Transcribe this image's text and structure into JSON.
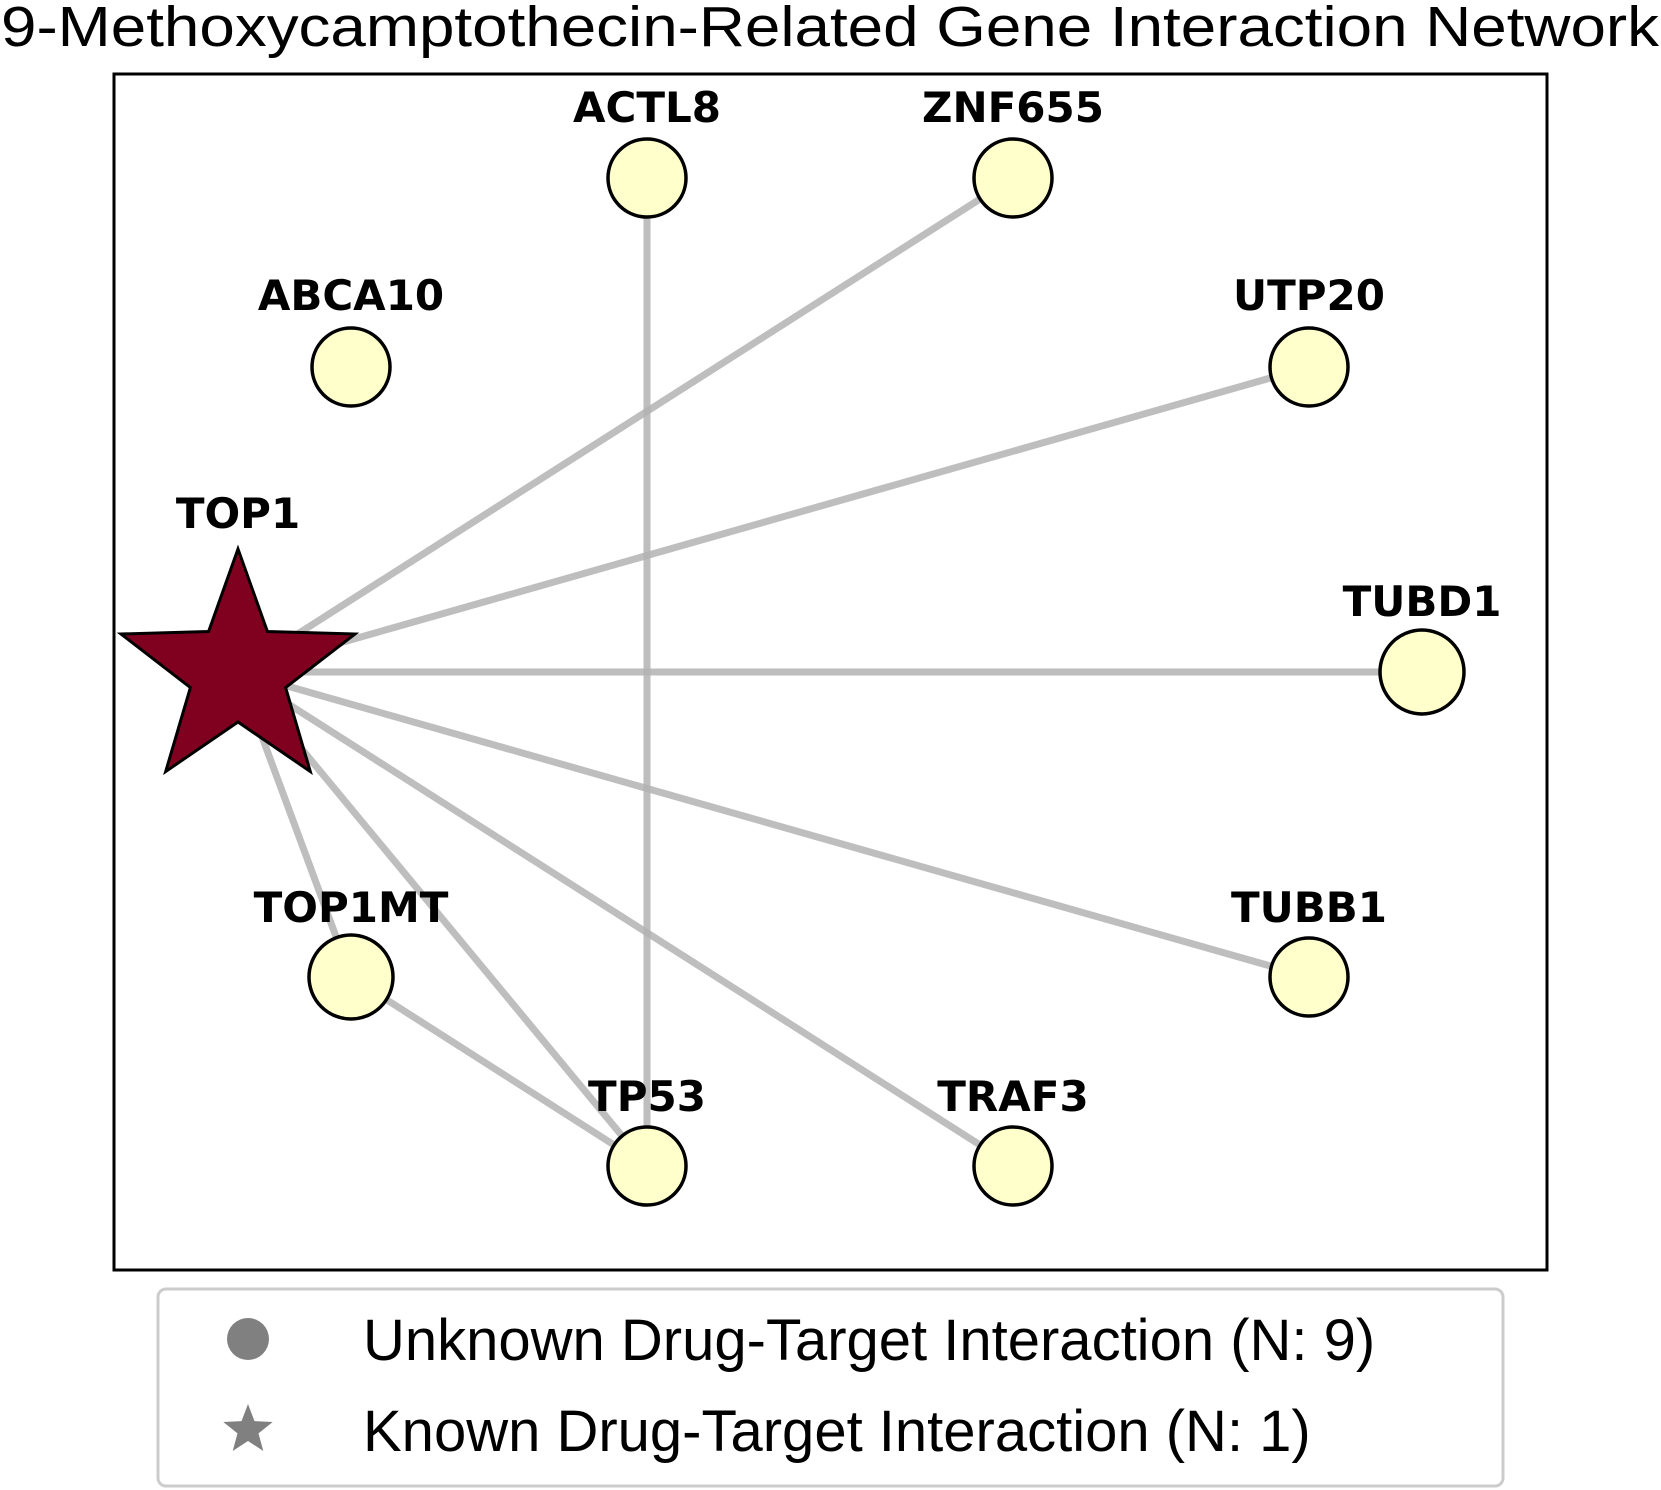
{
  "title": "9-Methoxycamptothecin-Related Gene Interaction Network",
  "colors": {
    "gene_fill": "#FFFFCC",
    "target_fill": "#800020",
    "edge": "#B3B3B3",
    "outline": "#000000",
    "legend_marker": "#808080",
    "legend_border": "#CCCCCC"
  },
  "nodes": [
    {
      "id": "TOP1",
      "label": "TOP1",
      "type": "known-target"
    },
    {
      "id": "ACTL8",
      "label": "ACTL8",
      "type": "gene"
    },
    {
      "id": "ZNF655",
      "label": "ZNF655",
      "type": "gene"
    },
    {
      "id": "ABCA10",
      "label": "ABCA10",
      "type": "gene"
    },
    {
      "id": "UTP20",
      "label": "UTP20",
      "type": "gene"
    },
    {
      "id": "TUBD1",
      "label": "TUBD1",
      "type": "gene"
    },
    {
      "id": "TOP1MT",
      "label": "TOP1MT",
      "type": "gene"
    },
    {
      "id": "TUBB1",
      "label": "TUBB1",
      "type": "gene"
    },
    {
      "id": "TP53",
      "label": "TP53",
      "type": "gene"
    },
    {
      "id": "TRAF3",
      "label": "TRAF3",
      "type": "gene"
    }
  ],
  "edges": [
    {
      "source": "TOP1",
      "target": "ZNF655"
    },
    {
      "source": "TOP1",
      "target": "UTP20"
    },
    {
      "source": "TOP1",
      "target": "TUBD1"
    },
    {
      "source": "TOP1",
      "target": "TUBB1"
    },
    {
      "source": "TOP1",
      "target": "TRAF3"
    },
    {
      "source": "TOP1",
      "target": "TP53"
    },
    {
      "source": "TOP1",
      "target": "TOP1MT"
    },
    {
      "source": "ACTL8",
      "target": "TP53"
    },
    {
      "source": "TOP1MT",
      "target": "TP53"
    }
  ],
  "legend": {
    "items": [
      {
        "marker": "circle",
        "label": "Unknown Drug-Target Interaction (N: 9)"
      },
      {
        "marker": "star",
        "label": "Known Drug-Target Interaction (N: 1)"
      }
    ]
  }
}
